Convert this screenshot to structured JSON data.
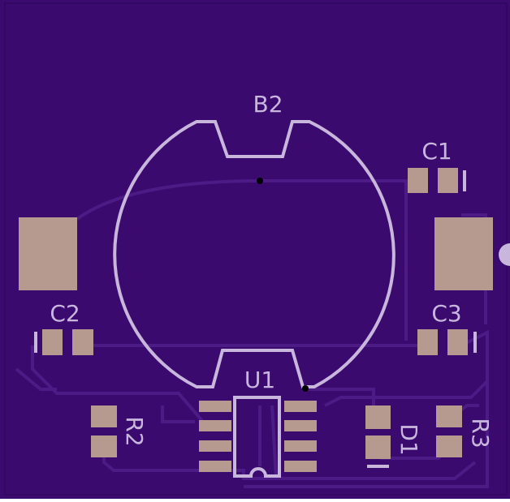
{
  "board": {
    "colors": {
      "substrate": "#3a0a6e",
      "substrate_edge": "#2a0656",
      "trace": "#4d1b86",
      "silkscreen": "#c9b6dd",
      "pad": "#b79a8f",
      "drill": "#000000",
      "background": "#ffffff"
    }
  },
  "components": {
    "B2": {
      "label": "B2"
    },
    "C1": {
      "label": "C1"
    },
    "C2": {
      "label": "C2"
    },
    "C3": {
      "label": "C3"
    },
    "U1": {
      "label": "U1"
    },
    "R2": {
      "label": "R2"
    },
    "R3": {
      "label": "R3"
    },
    "D1": {
      "label": "D1"
    }
  }
}
